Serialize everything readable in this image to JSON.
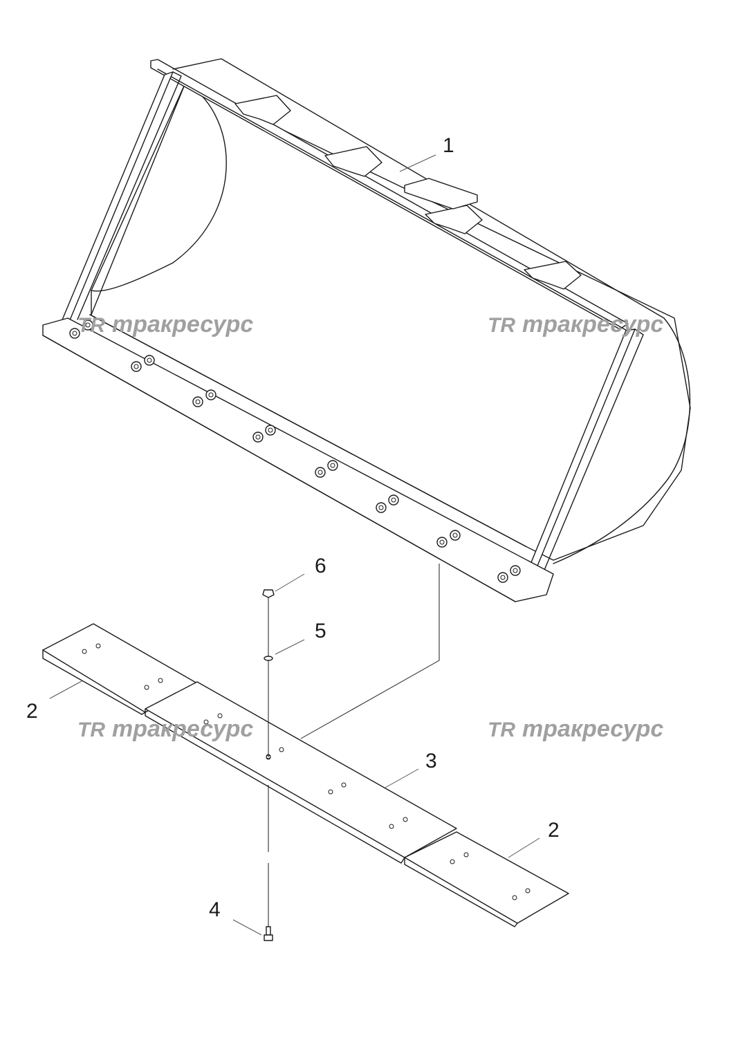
{
  "watermark": {
    "text": "тракресурс",
    "logo": "TR"
  },
  "callouts": {
    "c1": "1",
    "c2a": "2",
    "c2b": "2",
    "c3": "3",
    "c4": "4",
    "c5": "5",
    "c6": "6"
  },
  "colors": {
    "line": "#1a1a1a",
    "watermark": "#a0a0a0",
    "background": "#ffffff"
  }
}
